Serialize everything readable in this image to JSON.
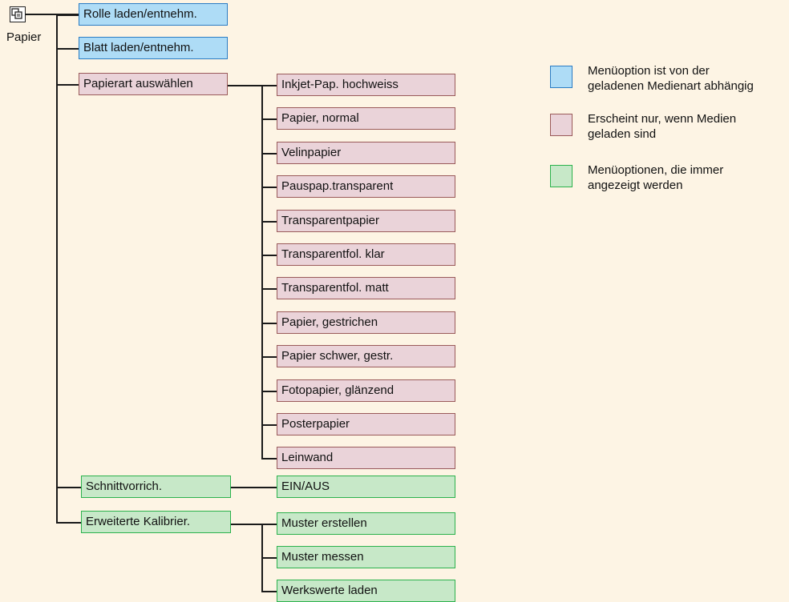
{
  "root": {
    "label": "Papier",
    "icon": "paper-menu-icon"
  },
  "colors": {
    "background": "#fdf4e4",
    "media_dependent": "#aedcf6",
    "media_loaded_only": "#ead3d9",
    "always_shown": "#c7e8c8"
  },
  "level1": [
    {
      "label": "Rolle laden/entnehm.",
      "kind": "media_dependent"
    },
    {
      "label": "Blatt laden/entnehm.",
      "kind": "media_dependent"
    },
    {
      "label": "Papierart auswählen",
      "kind": "media_loaded_only"
    },
    {
      "label": "Schnittvorrich.",
      "kind": "always_shown"
    },
    {
      "label": "Erweiterte Kalibrier.",
      "kind": "always_shown"
    }
  ],
  "paper_types": [
    "Inkjet-Pap. hochweiss",
    "Papier, normal",
    "Velinpapier",
    "Pauspap.transparent",
    "Transparentpapier",
    "Transparentfol. klar",
    "Transparentfol. matt",
    "Papier, gestrichen",
    "Papier schwer, gestr.",
    "Fotopapier, glänzend",
    "Posterpapier",
    "Leinwand"
  ],
  "cutter": [
    "EIN/AUS"
  ],
  "calibration": [
    "Muster erstellen",
    "Muster messen",
    "Werkswerte laden"
  ],
  "legend": [
    {
      "kind": "media_dependent",
      "text": "Menüoption ist von der\ngeladenen Medienart abhängig"
    },
    {
      "kind": "media_loaded_only",
      "text": "Erscheint nur, wenn Medien\ngeladen sind"
    },
    {
      "kind": "always_shown",
      "text": "Menüoptionen, die immer\nangezeigt werden"
    }
  ]
}
